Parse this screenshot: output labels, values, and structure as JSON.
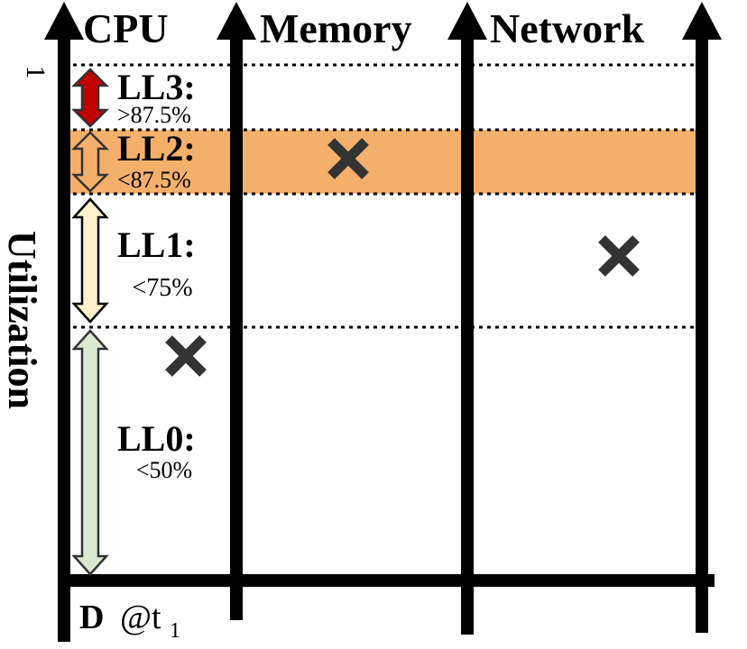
{
  "columns": {
    "cpu": "CPU",
    "memory": "Memory",
    "network": "Network"
  },
  "axis": {
    "y_label": "Utilization",
    "top_tick": "1",
    "bottom_prefix": "D",
    "bottom_at": "@t",
    "bottom_sub": "1"
  },
  "levels": {
    "ll3": {
      "name": "LL3:",
      "range": ">87.5%",
      "color": "#c00000"
    },
    "ll2": {
      "name": "LL2:",
      "range": "<87.5%",
      "color": "#f4b06b"
    },
    "ll1": {
      "name": "LL1:",
      "range": "<75%",
      "color": "#fff2cc"
    },
    "ll0": {
      "name": "LL0:",
      "range": "<50%",
      "color": "#dbe8d2"
    }
  },
  "markers": {
    "cpu": "ll0",
    "memory": "ll2",
    "network": "ll1"
  },
  "colors": {
    "band_highlight": "#f4b06b",
    "marker": "#333333",
    "axis": "#000000"
  }
}
